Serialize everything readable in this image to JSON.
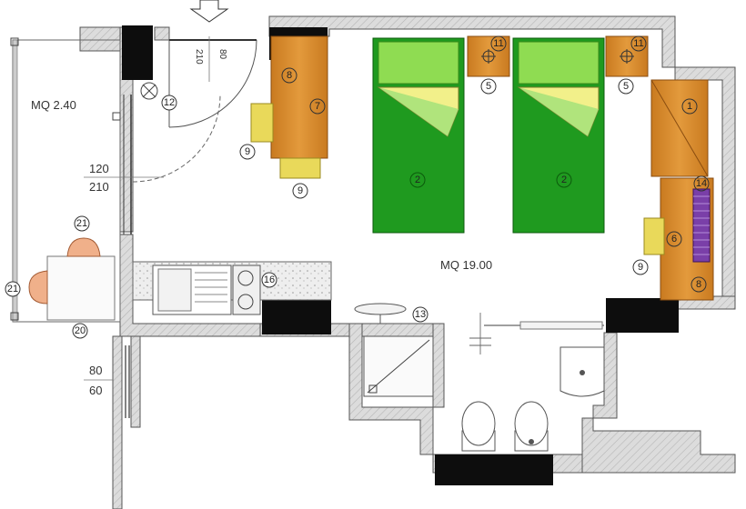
{
  "plan": {
    "room_areas": {
      "balcony": "MQ  2.40",
      "main_room": "MQ  19.00"
    },
    "door_dimensions": {
      "entrance_door": {
        "line1": "80",
        "line2": "210"
      },
      "balcony_door": {
        "line1": "120",
        "line2": "210"
      },
      "bathroom_door": {
        "line1": "80",
        "line2": "60"
      }
    },
    "markers": {
      "wardrobe": "1",
      "bed": "2",
      "nightstand": "5",
      "desk": "6",
      "shelf": "7",
      "mini_bar": "8",
      "chair": "9",
      "lamp": "11",
      "light_switch": "12",
      "sink": "13",
      "radiator": "14",
      "kitchenette": "16",
      "table": "20",
      "balcony_chair": "21"
    },
    "colors": {
      "wall_fill": "#d6d6d6",
      "column_fill": "#0d0d0d",
      "wood": "#d98a2b",
      "wood_dark": "#b86a14",
      "bed_green": "#1f9a1f",
      "pillow_green": "#8fdc52",
      "chair_yellow": "#e9d95a",
      "radiator_purple": "#7a3fa8",
      "chair_pink": "#f0b08a",
      "counter": "#e6e6e6"
    }
  }
}
